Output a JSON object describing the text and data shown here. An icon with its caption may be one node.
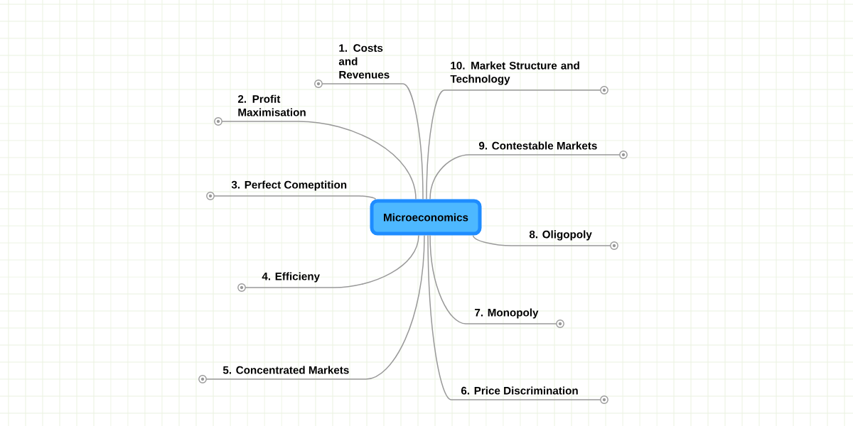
{
  "diagram": {
    "nodes": [
      {
        "text": [
          "Microeconomics"
        ]
      },
      {
        "text": [
          "1. Costs and Revenues"
        ]
      },
      {
        "text": [
          "2. Profit Maximisation"
        ]
      },
      {
        "text": [
          "3. Perfect Comeptition"
        ]
      },
      {
        "text": [
          "4. Efficieny"
        ]
      },
      {
        "text": [
          "5. Concentrated Markets"
        ]
      },
      {
        "text": [
          "6. Price Discrimination"
        ]
      },
      {
        "text": [
          "7. Monopoly"
        ]
      },
      {
        "text": [
          "8. Oligopoly"
        ]
      },
      {
        "text": [
          "9. Contestable Markets"
        ]
      },
      {
        "text": [
          "10. Market Structure and Technology"
        ]
      }
    ],
    "edges": [
      {
        "from": 0,
        "to": 1,
        "arrow": "none"
      },
      {
        "from": 0,
        "to": 2,
        "arrow": "none"
      },
      {
        "from": 0,
        "to": 3,
        "arrow": "none"
      },
      {
        "from": 0,
        "to": 4,
        "arrow": "none"
      },
      {
        "from": 0,
        "to": 5,
        "arrow": "none"
      },
      {
        "from": 0,
        "to": 6,
        "arrow": "none"
      },
      {
        "from": 0,
        "to": 7,
        "arrow": "none"
      },
      {
        "from": 0,
        "to": 8,
        "arrow": "none"
      },
      {
        "from": 0,
        "to": 9,
        "arrow": "none"
      },
      {
        "from": 0,
        "to": 10,
        "arrow": "none"
      }
    ]
  }
}
